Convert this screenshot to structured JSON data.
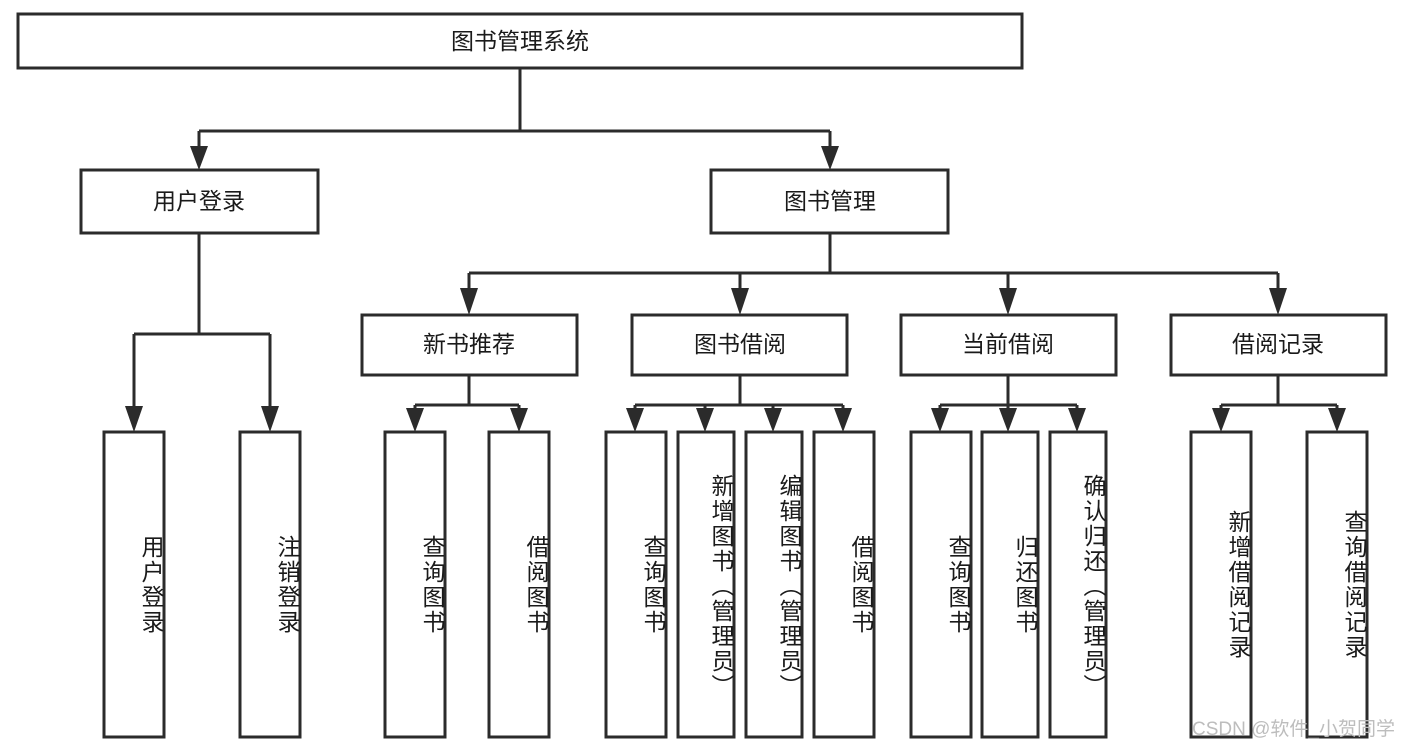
{
  "diagram": {
    "title_node": {
      "label": "图书管理系统"
    },
    "level2": [
      {
        "id": "user-login",
        "label": "用户登录"
      },
      {
        "id": "book-management",
        "label": "图书管理"
      }
    ],
    "level3": [
      {
        "id": "new-book-recommend",
        "label": "新书推荐"
      },
      {
        "id": "book-borrow",
        "label": "图书借阅"
      },
      {
        "id": "current-borrow",
        "label": "当前借阅"
      },
      {
        "id": "borrow-record",
        "label": "借阅记录"
      }
    ],
    "leaves": [
      {
        "id": "leaf-user-login",
        "label": "用户登录",
        "parent": "user-login"
      },
      {
        "id": "leaf-logout",
        "label": "注销登录",
        "parent": "user-login"
      },
      {
        "id": "leaf-query-book-1",
        "label": "查询图书",
        "parent": "new-book-recommend"
      },
      {
        "id": "leaf-borrow-book-1",
        "label": "借阅图书",
        "parent": "new-book-recommend"
      },
      {
        "id": "leaf-query-book-2",
        "label": "查询图书",
        "parent": "book-borrow"
      },
      {
        "id": "leaf-add-book",
        "label": "新增图书（管理员）",
        "parent": "book-borrow"
      },
      {
        "id": "leaf-edit-book",
        "label": "编辑图书（管理员）",
        "parent": "book-borrow"
      },
      {
        "id": "leaf-borrow-book-2",
        "label": "借阅图书",
        "parent": "book-borrow"
      },
      {
        "id": "leaf-query-book-3",
        "label": "查询图书",
        "parent": "current-borrow"
      },
      {
        "id": "leaf-return-book",
        "label": "归还图书",
        "parent": "current-borrow"
      },
      {
        "id": "leaf-confirm-return",
        "label": "确认归还（管理员）",
        "parent": "current-borrow"
      },
      {
        "id": "leaf-add-record",
        "label": "新增借阅记录",
        "parent": "borrow-record"
      },
      {
        "id": "leaf-query-record",
        "label": "查询借阅记录",
        "parent": "borrow-record"
      }
    ],
    "watermark": "CSDN @软件_小贺同学",
    "colors": {
      "stroke": "#2b2b2b",
      "fill": "#ffffff",
      "text": "#1a1a1a",
      "watermark": "#bdbdbd"
    }
  }
}
